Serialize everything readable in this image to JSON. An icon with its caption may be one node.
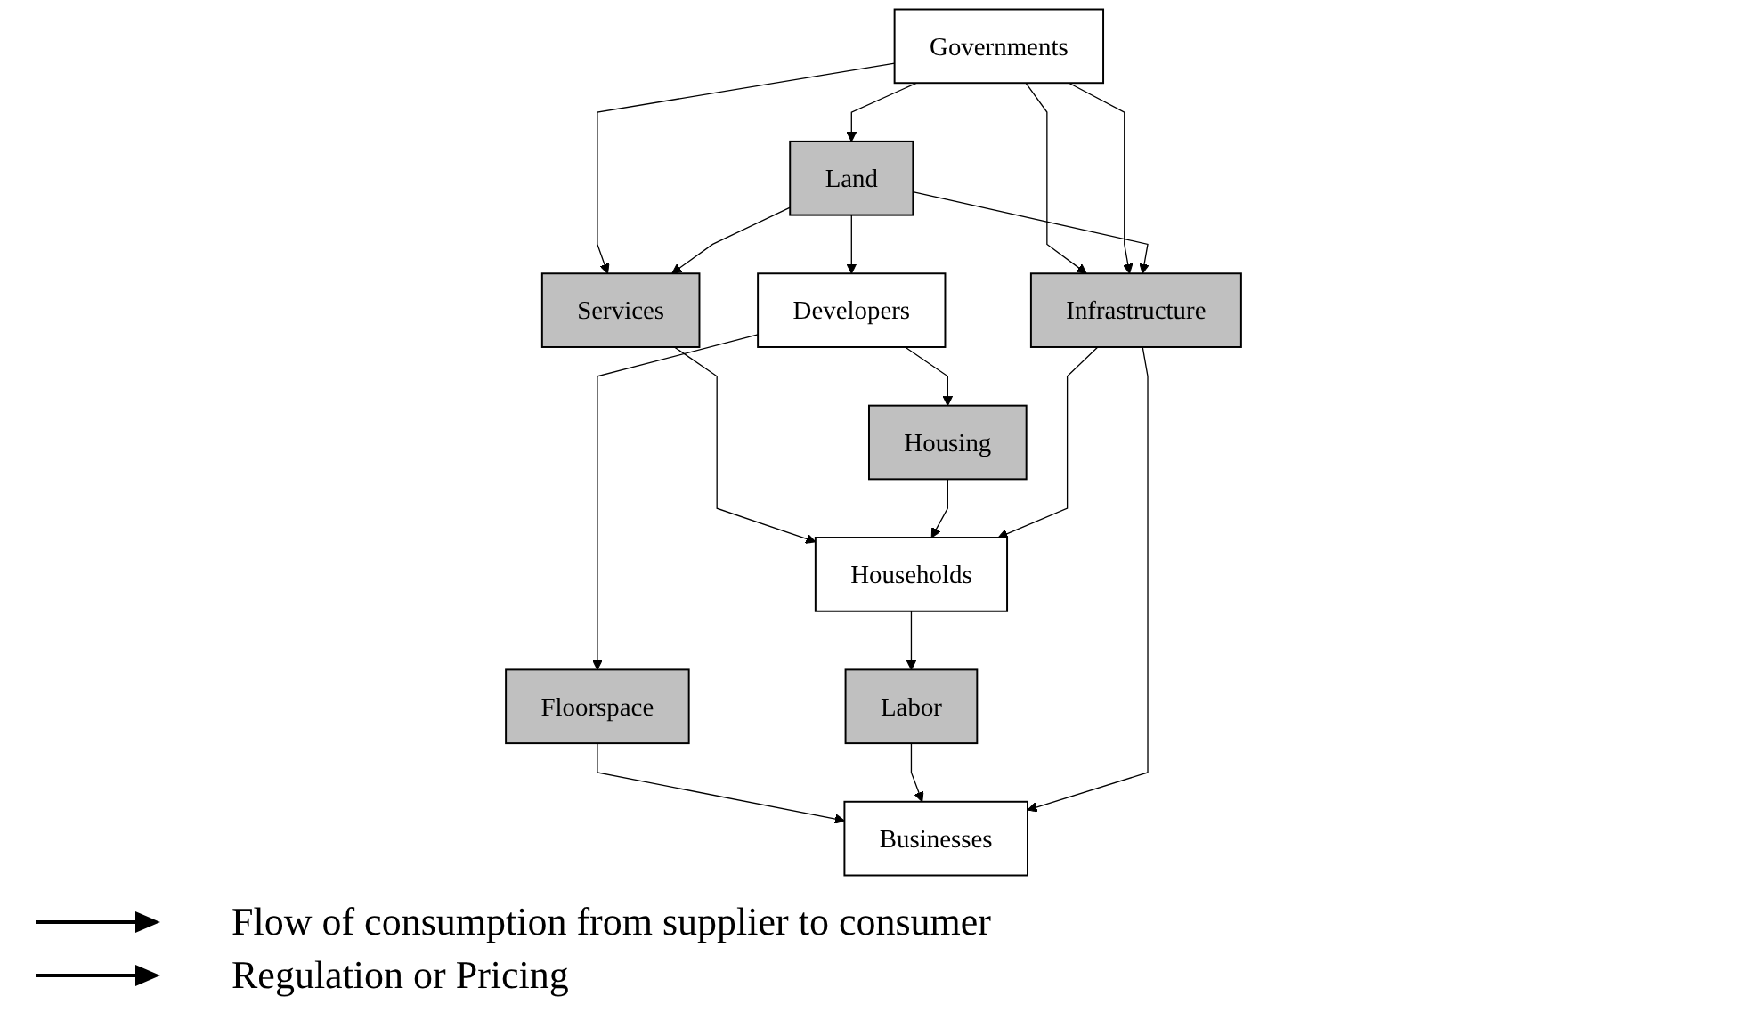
{
  "diagram": {
    "nodes": [
      {
        "text": [
          "Services"
        ]
      },
      {
        "text": [
          "Governments"
        ]
      },
      {
        "text": [
          "Infrastructure"
        ]
      },
      {
        "text": [
          "Land"
        ]
      },
      {
        "text": [
          "Housing"
        ]
      },
      {
        "text": [
          "Developers"
        ]
      },
      {
        "text": [
          "Floorspace"
        ]
      },
      {
        "text": [
          "Households"
        ]
      },
      {
        "text": [
          "Labor"
        ]
      },
      {
        "text": [
          "Businesses"
        ]
      }
    ],
    "edges": [
      {
        "from": 1,
        "to": 0,
        "arrow": "to"
      },
      {
        "from": 1,
        "to": 2,
        "arrow": "to"
      },
      {
        "from": 1,
        "to": 2,
        "arrow": "to"
      },
      {
        "from": 1,
        "to": 3,
        "arrow": "to"
      },
      {
        "from": 3,
        "to": 0,
        "arrow": "to"
      },
      {
        "from": 3,
        "to": 2,
        "arrow": "to"
      },
      {
        "from": 3,
        "to": 5,
        "arrow": "to"
      },
      {
        "from": 5,
        "to": 4,
        "arrow": "to"
      },
      {
        "from": 5,
        "to": 6,
        "arrow": "to"
      },
      {
        "from": 0,
        "to": 7,
        "arrow": "to"
      },
      {
        "from": 4,
        "to": 7,
        "arrow": "to"
      },
      {
        "from": 6,
        "to": 9,
        "arrow": "to"
      },
      {
        "from": 7,
        "to": 8,
        "arrow": "to"
      },
      {
        "from": 8,
        "to": 9,
        "arrow": "to"
      },
      {
        "from": 2,
        "to": 9,
        "arrow": "to"
      },
      {
        "from": 2,
        "to": 7,
        "arrow": "to"
      }
    ],
    "legend": [
      {
        "text": "Flow of consumption from supplier to consumer"
      },
      {
        "text": "Regulation or Pricing"
      }
    ]
  }
}
